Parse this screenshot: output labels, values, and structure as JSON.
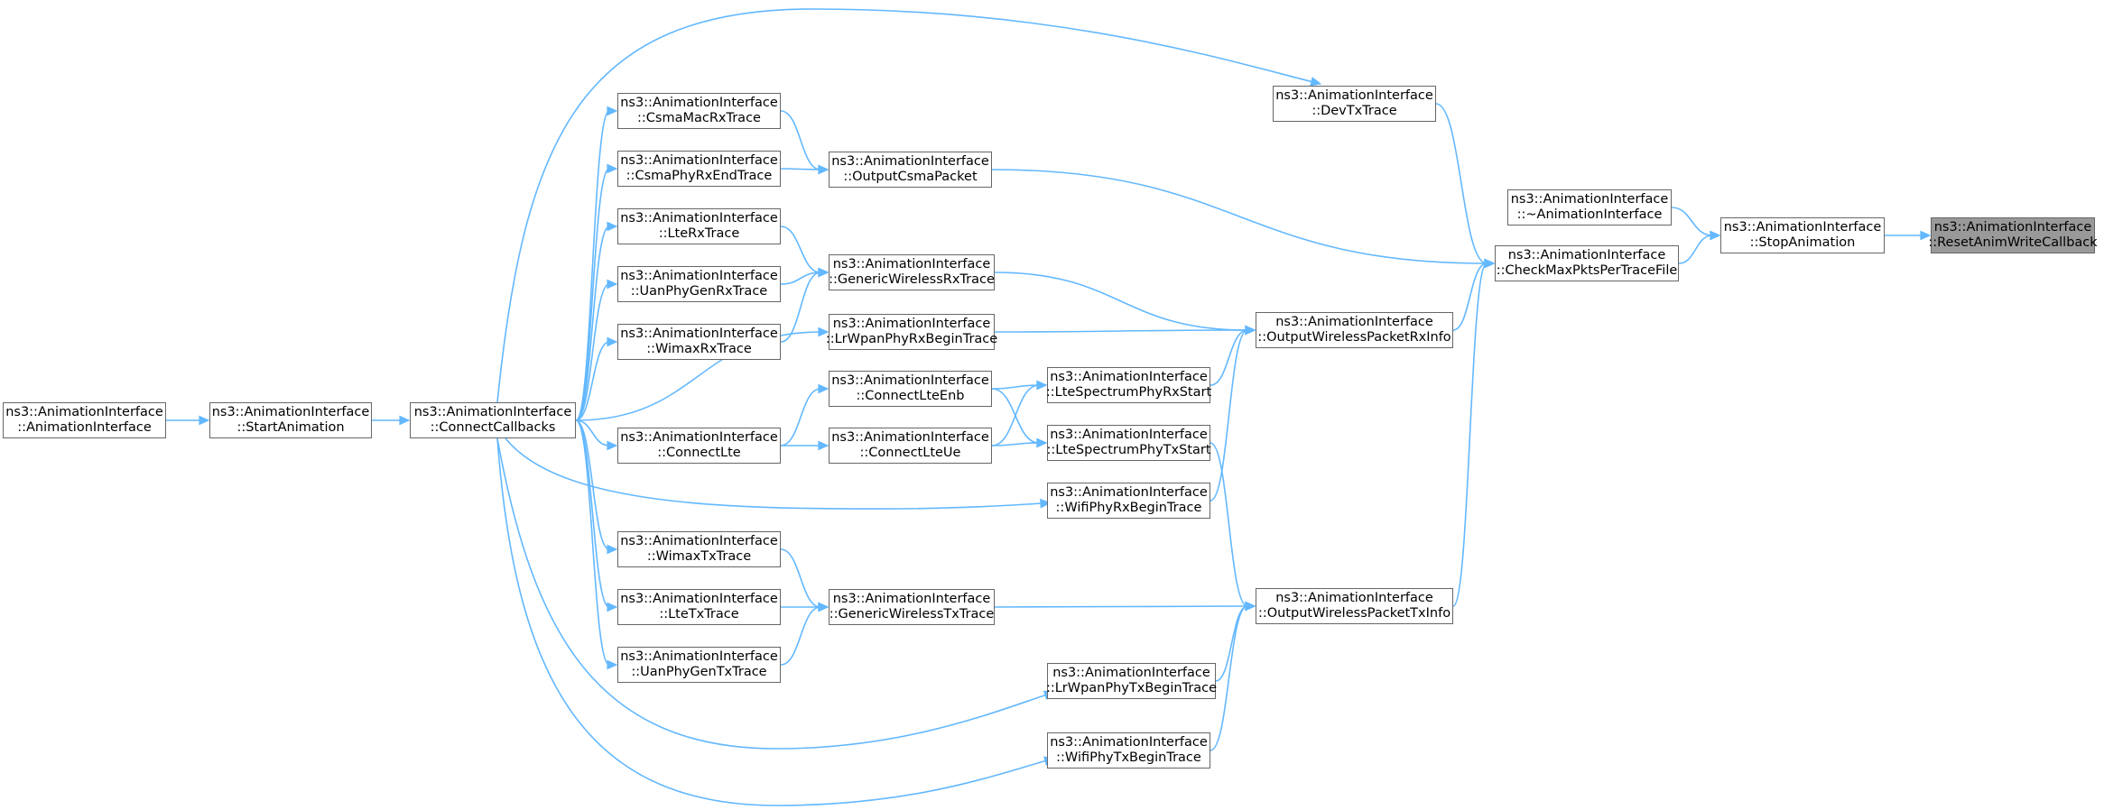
{
  "graph": {
    "edge_color": "#63b8ff",
    "node_border_color": "#666666",
    "focus_node_fill": "#999999",
    "nodes": [
      {
        "id": "ResetAnimWriteCallback",
        "line1": "ns3::AnimationInterface",
        "line2": "::ResetAnimWriteCallback",
        "focus": true
      },
      {
        "id": "StopAnimation",
        "line1": "ns3::AnimationInterface",
        "line2": "::StopAnimation"
      },
      {
        "id": "Destructor",
        "line1": "ns3::AnimationInterface",
        "line2": "::~AnimationInterface"
      },
      {
        "id": "CheckMaxPktsPerTraceFile",
        "line1": "ns3::AnimationInterface",
        "line2": "::CheckMaxPktsPerTraceFile"
      },
      {
        "id": "DevTxTrace",
        "line1": "ns3::AnimationInterface",
        "line2": "::DevTxTrace"
      },
      {
        "id": "OutputCsmaPacket",
        "line1": "ns3::AnimationInterface",
        "line2": "::OutputCsmaPacket"
      },
      {
        "id": "OutputWirelessPacketRxInfo",
        "line1": "ns3::AnimationInterface",
        "line2": "::OutputWirelessPacketRxInfo"
      },
      {
        "id": "OutputWirelessPacketTxInfo",
        "line1": "ns3::AnimationInterface",
        "line2": "::OutputWirelessPacketTxInfo"
      },
      {
        "id": "CsmaMacRxTrace",
        "line1": "ns3::AnimationInterface",
        "line2": "::CsmaMacRxTrace"
      },
      {
        "id": "CsmaPhyRxEndTrace",
        "line1": "ns3::AnimationInterface",
        "line2": "::CsmaPhyRxEndTrace"
      },
      {
        "id": "GenericWirelessRxTrace",
        "line1": "ns3::AnimationInterface",
        "line2": "::GenericWirelessRxTrace"
      },
      {
        "id": "LrWpanPhyRxBeginTrace",
        "line1": "ns3::AnimationInterface",
        "line2": "::LrWpanPhyRxBeginTrace"
      },
      {
        "id": "LteSpectrumPhyRxStart",
        "line1": "ns3::AnimationInterface",
        "line2": "::LteSpectrumPhyRxStart"
      },
      {
        "id": "WifiPhyRxBeginTrace",
        "line1": "ns3::AnimationInterface",
        "line2": "::WifiPhyRxBeginTrace"
      },
      {
        "id": "LteSpectrumPhyTxStart",
        "line1": "ns3::AnimationInterface",
        "line2": "::LteSpectrumPhyTxStart"
      },
      {
        "id": "GenericWirelessTxTrace",
        "line1": "ns3::AnimationInterface",
        "line2": "::GenericWirelessTxTrace"
      },
      {
        "id": "LrWpanPhyTxBeginTrace",
        "line1": "ns3::AnimationInterface",
        "line2": "::LrWpanPhyTxBeginTrace"
      },
      {
        "id": "WifiPhyTxBeginTrace",
        "line1": "ns3::AnimationInterface",
        "line2": "::WifiPhyTxBeginTrace"
      },
      {
        "id": "ConnectLteEnb",
        "line1": "ns3::AnimationInterface",
        "line2": "::ConnectLteEnb"
      },
      {
        "id": "ConnectLteUe",
        "line1": "ns3::AnimationInterface",
        "line2": "::ConnectLteUe"
      },
      {
        "id": "LteRxTrace",
        "line1": "ns3::AnimationInterface",
        "line2": "::LteRxTrace"
      },
      {
        "id": "UanPhyGenRxTrace",
        "line1": "ns3::AnimationInterface",
        "line2": "::UanPhyGenRxTrace"
      },
      {
        "id": "WimaxRxTrace",
        "line1": "ns3::AnimationInterface",
        "line2": "::WimaxRxTrace"
      },
      {
        "id": "ConnectLte",
        "line1": "ns3::AnimationInterface",
        "line2": "::ConnectLte"
      },
      {
        "id": "WimaxTxTrace",
        "line1": "ns3::AnimationInterface",
        "line2": "::WimaxTxTrace"
      },
      {
        "id": "LteTxTrace",
        "line1": "ns3::AnimationInterface",
        "line2": "::LteTxTrace"
      },
      {
        "id": "UanPhyGenTxTrace",
        "line1": "ns3::AnimationInterface",
        "line2": "::UanPhyGenTxTrace"
      },
      {
        "id": "ConnectCallbacks",
        "line1": "ns3::AnimationInterface",
        "line2": "::ConnectCallbacks"
      },
      {
        "id": "StartAnimation",
        "line1": "ns3::AnimationInterface",
        "line2": "::StartAnimation"
      },
      {
        "id": "Constructor",
        "line1": "ns3::AnimationInterface",
        "line2": "::AnimationInterface"
      }
    ],
    "edges": [
      {
        "from": "StopAnimation",
        "to": "ResetAnimWriteCallback"
      },
      {
        "from": "Destructor",
        "to": "StopAnimation"
      },
      {
        "from": "CheckMaxPktsPerTraceFile",
        "to": "StopAnimation"
      },
      {
        "from": "DevTxTrace",
        "to": "CheckMaxPktsPerTraceFile"
      },
      {
        "from": "OutputCsmaPacket",
        "to": "CheckMaxPktsPerTraceFile"
      },
      {
        "from": "OutputWirelessPacketRxInfo",
        "to": "CheckMaxPktsPerTraceFile"
      },
      {
        "from": "OutputWirelessPacketTxInfo",
        "to": "CheckMaxPktsPerTraceFile"
      },
      {
        "from": "ConnectCallbacks",
        "to": "DevTxTrace"
      },
      {
        "from": "CsmaMacRxTrace",
        "to": "OutputCsmaPacket"
      },
      {
        "from": "CsmaPhyRxEndTrace",
        "to": "OutputCsmaPacket"
      },
      {
        "from": "GenericWirelessRxTrace",
        "to": "OutputWirelessPacketRxInfo"
      },
      {
        "from": "LrWpanPhyRxBeginTrace",
        "to": "OutputWirelessPacketRxInfo"
      },
      {
        "from": "LteSpectrumPhyRxStart",
        "to": "OutputWirelessPacketRxInfo"
      },
      {
        "from": "WifiPhyRxBeginTrace",
        "to": "OutputWirelessPacketRxInfo"
      },
      {
        "from": "LteSpectrumPhyTxStart",
        "to": "OutputWirelessPacketTxInfo"
      },
      {
        "from": "GenericWirelessTxTrace",
        "to": "OutputWirelessPacketTxInfo"
      },
      {
        "from": "LrWpanPhyTxBeginTrace",
        "to": "OutputWirelessPacketTxInfo"
      },
      {
        "from": "WifiPhyTxBeginTrace",
        "to": "OutputWirelessPacketTxInfo"
      },
      {
        "from": "ConnectCallbacks",
        "to": "CsmaMacRxTrace"
      },
      {
        "from": "ConnectCallbacks",
        "to": "CsmaPhyRxEndTrace"
      },
      {
        "from": "LteRxTrace",
        "to": "GenericWirelessRxTrace"
      },
      {
        "from": "UanPhyGenRxTrace",
        "to": "GenericWirelessRxTrace"
      },
      {
        "from": "WimaxRxTrace",
        "to": "GenericWirelessRxTrace"
      },
      {
        "from": "ConnectCallbacks",
        "to": "LrWpanPhyRxBeginTrace"
      },
      {
        "from": "ConnectLteEnb",
        "to": "LteSpectrumPhyRxStart"
      },
      {
        "from": "ConnectLteUe",
        "to": "LteSpectrumPhyRxStart"
      },
      {
        "from": "ConnectLteEnb",
        "to": "LteSpectrumPhyTxStart"
      },
      {
        "from": "ConnectLteUe",
        "to": "LteSpectrumPhyTxStart"
      },
      {
        "from": "ConnectCallbacks",
        "to": "WifiPhyRxBeginTrace"
      },
      {
        "from": "WimaxTxTrace",
        "to": "GenericWirelessTxTrace"
      },
      {
        "from": "LteTxTrace",
        "to": "GenericWirelessTxTrace"
      },
      {
        "from": "UanPhyGenTxTrace",
        "to": "GenericWirelessTxTrace"
      },
      {
        "from": "ConnectCallbacks",
        "to": "LrWpanPhyTxBeginTrace"
      },
      {
        "from": "ConnectCallbacks",
        "to": "WifiPhyTxBeginTrace"
      },
      {
        "from": "ConnectLte",
        "to": "ConnectLteEnb"
      },
      {
        "from": "ConnectLte",
        "to": "ConnectLteUe"
      },
      {
        "from": "ConnectCallbacks",
        "to": "LteRxTrace"
      },
      {
        "from": "ConnectCallbacks",
        "to": "UanPhyGenRxTrace"
      },
      {
        "from": "ConnectCallbacks",
        "to": "WimaxRxTrace"
      },
      {
        "from": "ConnectCallbacks",
        "to": "ConnectLte"
      },
      {
        "from": "ConnectCallbacks",
        "to": "WimaxTxTrace"
      },
      {
        "from": "ConnectCallbacks",
        "to": "LteTxTrace"
      },
      {
        "from": "ConnectCallbacks",
        "to": "UanPhyGenTxTrace"
      },
      {
        "from": "StartAnimation",
        "to": "ConnectCallbacks"
      },
      {
        "from": "Constructor",
        "to": "StartAnimation"
      }
    ]
  }
}
